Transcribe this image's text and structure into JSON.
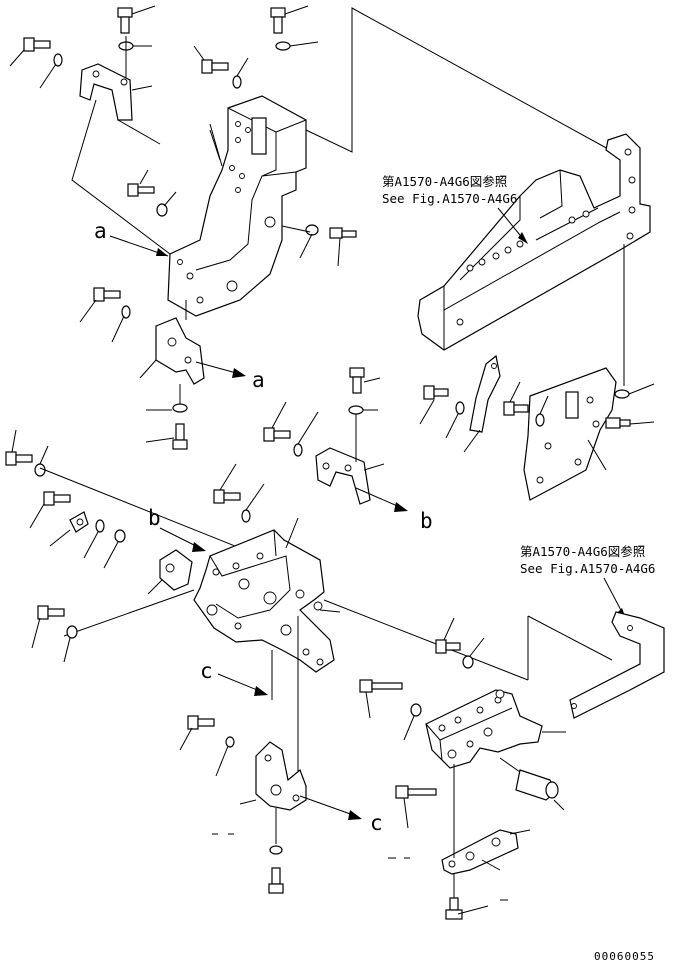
{
  "callouts": {
    "a": "a",
    "b": "b",
    "c": "c"
  },
  "references": {
    "top": {
      "jp": "第A1570-A4G6図参照",
      "en": "See Fig.A1570-A4G6"
    },
    "bottom": {
      "jp": "第A1570-A4G6図参照",
      "en": "See Fig.A1570-A4G6"
    }
  },
  "drawing_number": "00060055"
}
